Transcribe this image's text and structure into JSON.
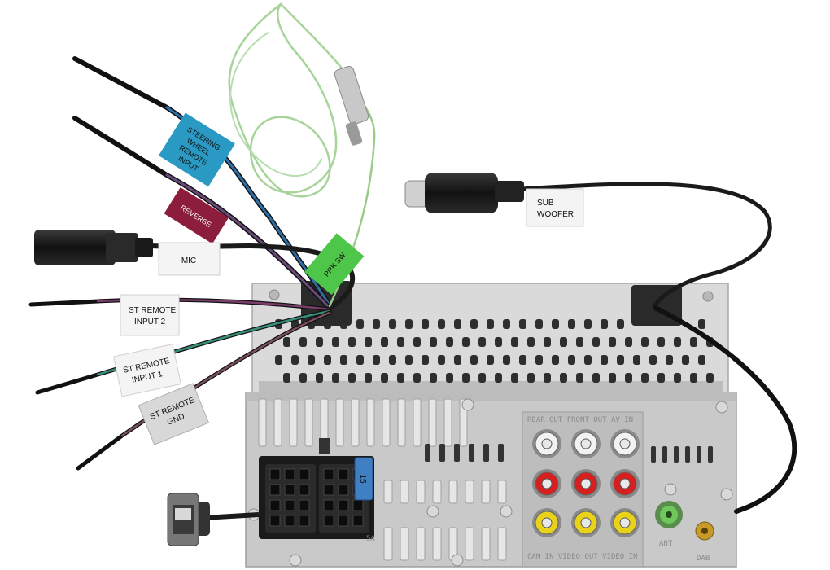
{
  "labels": {
    "steering": [
      "STEERING",
      "WHEEL",
      "REMOTE",
      "INPUT"
    ],
    "reverse": "REVERSE",
    "mic": "MIC",
    "prk_sw": "PRK SW",
    "sub_woofer": [
      "SUB",
      "WOOFER"
    ],
    "st_remote_input2": [
      "ST REMOTE",
      "INPUT 2"
    ],
    "st_remote_input1": [
      "ST REMOTE",
      "INPUT 1"
    ],
    "st_remote_gnd": [
      "ST REMOTE",
      "GND"
    ]
  },
  "panel_markings": {
    "rca_header": "REAR OUT FRONT OUT AV IN",
    "rca_footer": "CAM IN VIDEO OUT VIDEO IN",
    "ant": "ANT",
    "dab": "DAB",
    "fuse": "15",
    "fuse_rating": "5A",
    "mic_jack": "MIC"
  },
  "colors": {
    "steering_tag": "#2a9ac4",
    "reverse_tag": "#8c1d3c",
    "prk_tag": "#4ec64a",
    "green_wire": "#a7d49a",
    "chassis": "#d6d6d6",
    "rear_panel": "#c8c8c8",
    "rca_red": "#d62020",
    "rca_yellow": "#e8d21a",
    "rca_white": "#f2f2f2"
  }
}
